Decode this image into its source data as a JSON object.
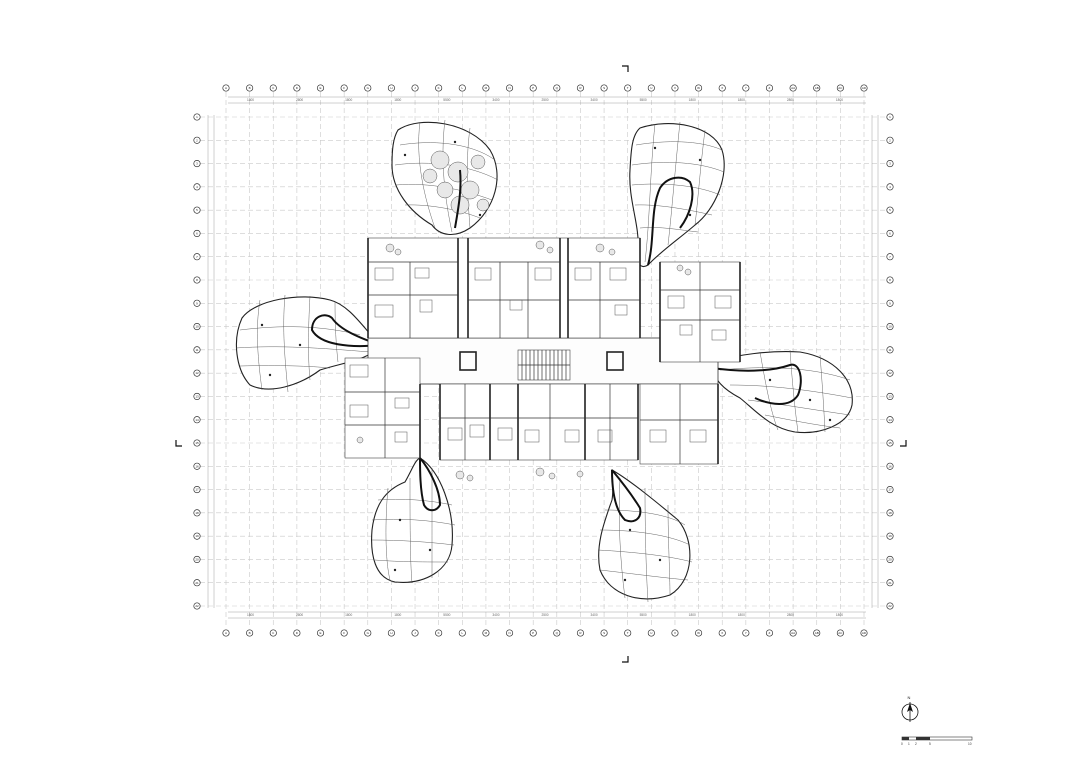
{
  "drawing": {
    "grid_labels_top": [
      "A",
      "B",
      "C",
      "D",
      "E",
      "F",
      "G",
      "H",
      "J",
      "K",
      "L",
      "M",
      "N",
      "P",
      "Q",
      "R",
      "S",
      "T",
      "U",
      "V",
      "W",
      "X",
      "Y",
      "Z",
      "AA",
      "AB",
      "AC",
      "AD"
    ],
    "grid_labels_side": [
      "1",
      "2",
      "3",
      "4",
      "5",
      "6",
      "7",
      "8",
      "9",
      "10",
      "11",
      "12",
      "13",
      "14",
      "15",
      "16",
      "17",
      "18",
      "19",
      "20",
      "21",
      "22"
    ],
    "dimensions_top": [
      "1800",
      "2800",
      "1800",
      "1800",
      "5500",
      "3400",
      "2500",
      "3400",
      "5500",
      "1800",
      "1800",
      "2800",
      "1800"
    ],
    "dimensions_bottom": [
      "1800",
      "2800",
      "1800",
      "1800",
      "5500",
      "3400",
      "2500",
      "3400",
      "5500",
      "1800",
      "1800",
      "2800",
      "1800"
    ],
    "north_label": "N",
    "scale_labels": [
      "0",
      "1",
      "2",
      "5",
      "10"
    ]
  },
  "colors": {
    "background": "#ffffff",
    "line": "#222222",
    "grid": "#c9c9c9"
  }
}
